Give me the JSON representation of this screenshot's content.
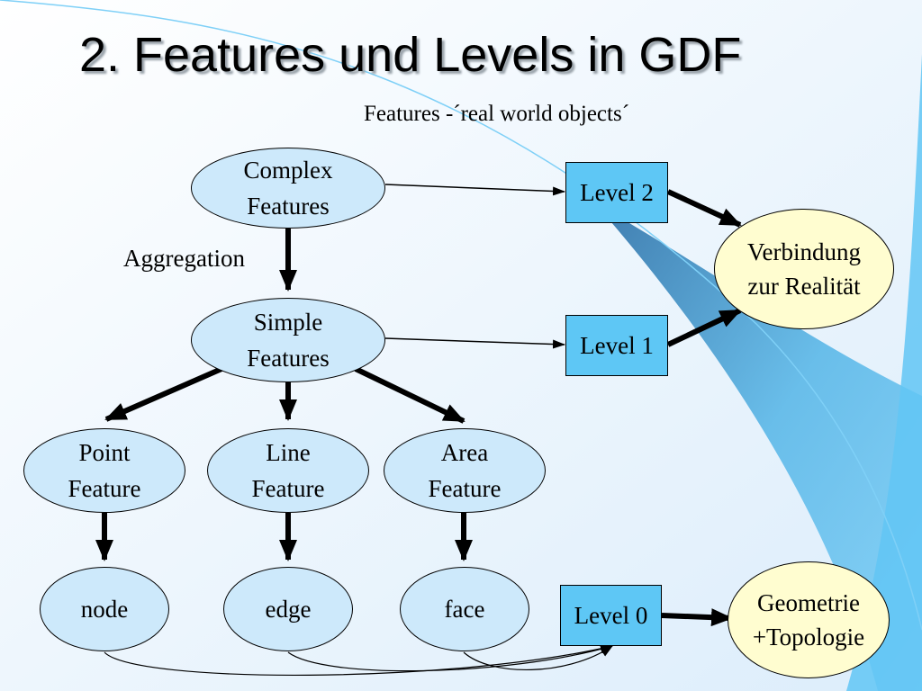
{
  "slide": {
    "title": "2. Features und Levels in GDF",
    "subtitle": "Features -´real world objects´"
  },
  "colors": {
    "background": "#eef6fd",
    "ellipse_fill": "#cde9fb",
    "box_fill": "#5ec7f5",
    "result_fill": "#fffdd0",
    "swoosh": "#5bb8e8"
  },
  "diagram": {
    "aggregation_label": "Aggregation",
    "complex": {
      "line1": "Complex",
      "line2": "Features"
    },
    "simple": {
      "line1": "Simple",
      "line2": "Features"
    },
    "point": {
      "line1": "Point",
      "line2": "Feature"
    },
    "line": {
      "line1": "Line",
      "line2": "Feature"
    },
    "area": {
      "line1": "Area",
      "line2": "Feature"
    },
    "node": "node",
    "edge": "edge",
    "face": "face",
    "level2": "Level 2",
    "level1": "Level 1",
    "level0": "Level 0",
    "verbindung": {
      "line1": "Verbindung",
      "line2": "zur Realität"
    },
    "geometrie": {
      "line1": "Geometrie",
      "line2": "+Topologie"
    }
  }
}
